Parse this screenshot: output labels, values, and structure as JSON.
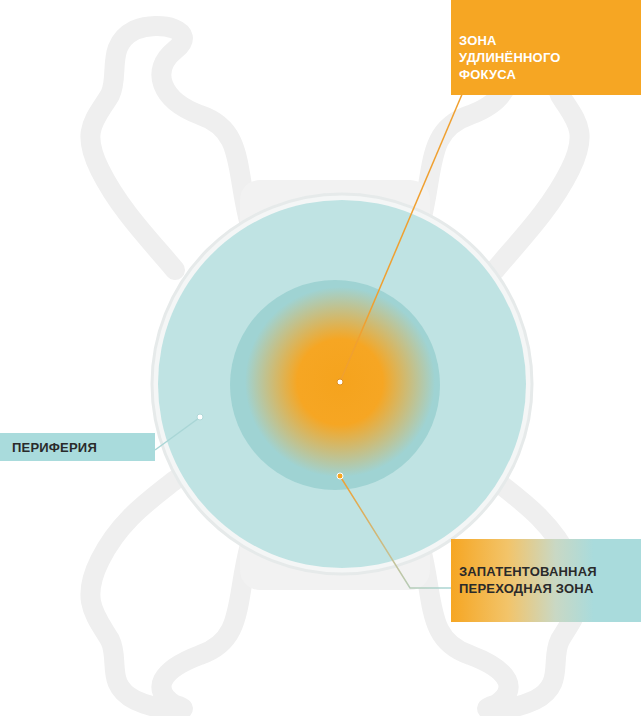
{
  "diagram": {
    "nodes": [
      {
        "text": [
          "ЗОНА УДЛИНЁННОГО ФОКУСА"
        ]
      },
      {
        "text": [
          "ПЕРИФЕРИЯ"
        ]
      },
      {
        "text": [
          "ЗАПАТЕНТОВАННАЯ ПЕРЕХОДНАЯ ЗОНА"
        ]
      }
    ]
  }
}
